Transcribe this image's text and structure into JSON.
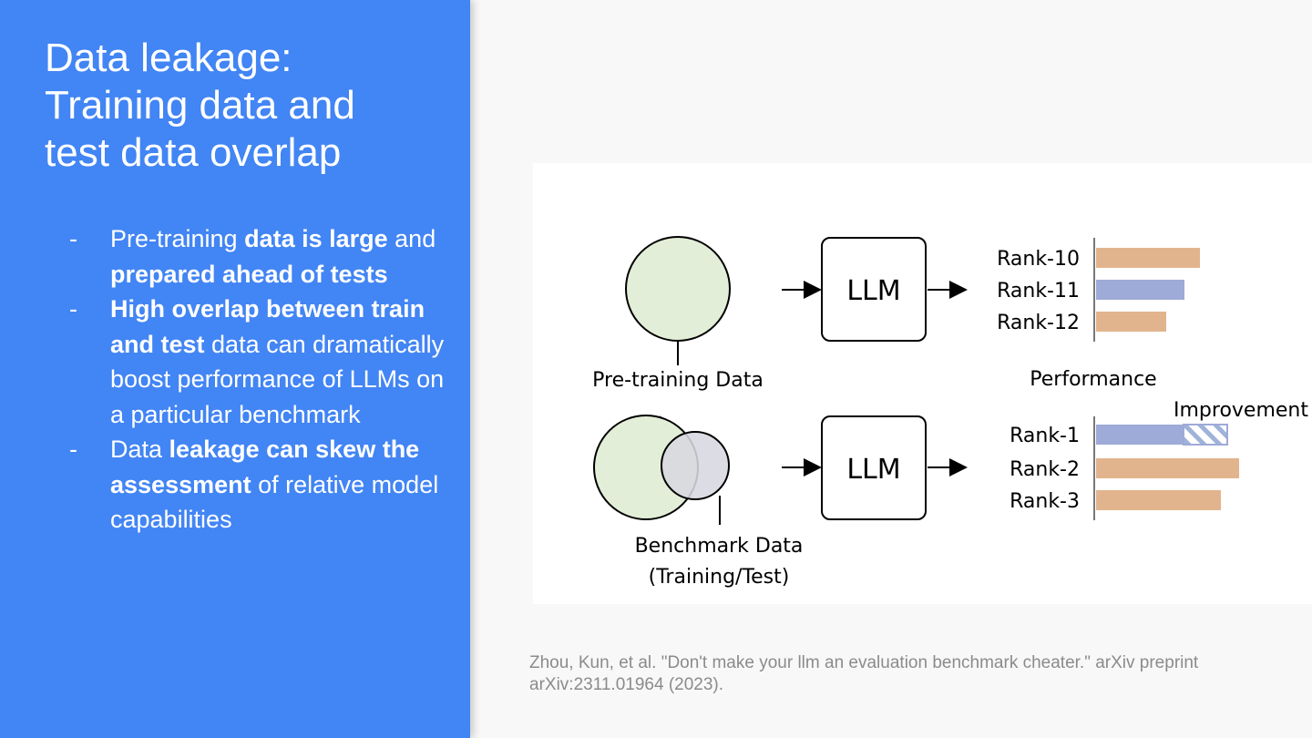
{
  "slide": {
    "title_lines": [
      "Data leakage:",
      "Training data and",
      "test data overlap"
    ],
    "bullets": [
      {
        "marker": "-",
        "segments": [
          {
            "text": "Pre-training ",
            "bold": false
          },
          {
            "text": "data is large",
            "bold": true
          },
          {
            "text": " and ",
            "bold": false
          },
          {
            "text": "prepared ahead of tests",
            "bold": true
          }
        ]
      },
      {
        "marker": "-",
        "segments": [
          {
            "text": "High overlap between train and test",
            "bold": true
          },
          {
            "text": " data can dramatically boost performance of LLMs on a particular benchmark",
            "bold": false
          }
        ]
      },
      {
        "marker": "-",
        "segments": [
          {
            "text": "Data ",
            "bold": false
          },
          {
            "text": "leakage can skew the assessment",
            "bold": true
          },
          {
            "text": " of relative model capabilities",
            "bold": false
          }
        ]
      }
    ],
    "citation_lines": [
      "Zhou, Kun, et al. \"Don't make your llm an evaluation benchmark cheater.\" arXiv preprint",
      "arXiv:2311.01964 (2023)."
    ]
  },
  "diagram": {
    "llm_label": "LLM",
    "pretraining_label": "Pre-training Data",
    "benchmark_label_lines": [
      "Benchmark Data",
      "(Training/Test)"
    ],
    "performance_label": "Performance",
    "improvement_label": "Improvement",
    "colors": {
      "green_fill": "#e2eed7",
      "benchmark_fill": "#d7d8e0",
      "overlap_fill": "#c6c9d3",
      "orange": "#e2b48d",
      "blue": "#9eaad7",
      "hatch_blue": "#9fb2d9",
      "line": "#000000",
      "axis": "#777777"
    }
  },
  "chart_data": [
    {
      "type": "bar",
      "categories": [
        "Rank-10",
        "Rank-11",
        "Rank-12"
      ],
      "values": [
        114,
        97,
        77
      ],
      "colors": [
        "#e2b48d",
        "#9eaad7",
        "#e2b48d"
      ],
      "xlim": [
        0,
        130
      ],
      "title": "",
      "xlabel": "Performance",
      "ylabel": "",
      "grid": false
    },
    {
      "type": "bar",
      "categories": [
        "Rank-1",
        "Rank-2",
        "Rank-3"
      ],
      "values": [
        96,
        157,
        137
      ],
      "improvement_values": [
        129,
        0,
        0
      ],
      "colors": [
        "#9eaad7",
        "#e2b48d",
        "#e2b48d"
      ],
      "xlim": [
        0,
        230
      ],
      "title": "",
      "xlabel": "",
      "ylabel": "",
      "annotation": "Improvement",
      "grid": false
    }
  ]
}
